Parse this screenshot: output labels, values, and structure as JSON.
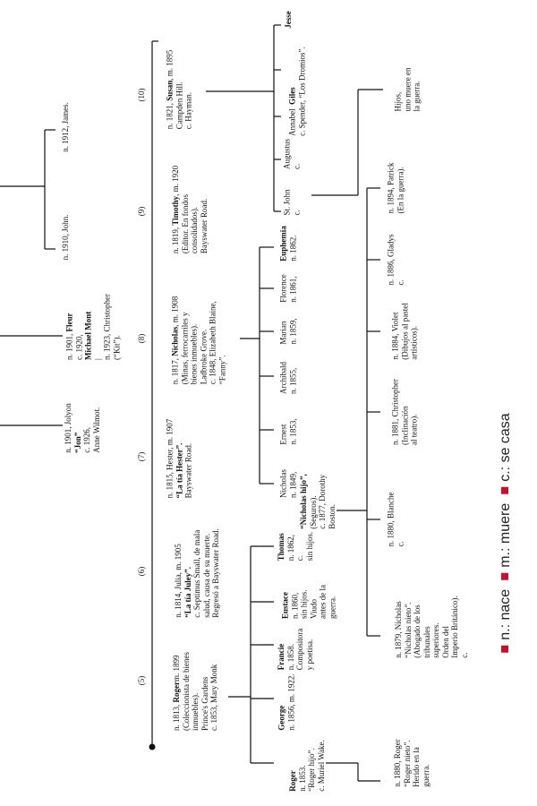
{
  "generations": [
    "(5)",
    "(6)",
    "(7)",
    "(8)",
    "(9)",
    "(10)"
  ],
  "persons": {
    "roger": [
      "n. 1813, ",
      "m. 1899",
      "(Coleccionista de bienes",
      "inmuebles).",
      "Prince's Gardens",
      "c. 1853, Mary Monk"
    ],
    "roger_name": "Roger",
    "julia": [
      "n. 1814, Julia, m. 1905",
      "c. Septimus Small, de mala",
      "salud, causa de su muerte.",
      "Regresó a Bayswater Road."
    ],
    "julia_nick": "“La tía Juley”.",
    "hester": [
      "n. 1815, Hester, m. 1907",
      "Bayswater Road."
    ],
    "hester_nick": "“La tía Hester”.",
    "nicholas": [
      "n. 1817, ",
      ", m. 1908",
      "(Minas, ferrocarriles y",
      "bienes inmuebles).",
      "Ladbroke Grove.",
      "c. 1848, Elizabeth Blaine,",
      "“Fanny”."
    ],
    "nicholas_name": "Nicholas",
    "timothy": [
      "n. 1819, ",
      ", m. 1920",
      "(Editor. En fondos",
      "consolidados).",
      "Bayswater Road."
    ],
    "timothy_name": "Timothy",
    "susan": [
      "n. 1821, ",
      ", m. 1895",
      "Campden Hill.",
      "c. Hayman."
    ],
    "susan_name": "Susan",
    "jon": [
      "n. 1901, Jolyon",
      "c. 1926,",
      "Anne Wilmot."
    ],
    "jon_nick": "“Jon”",
    "fleur": [
      "n. 1901, ",
      "c. 1920,",
      "|",
      "n. 1923, Christopher",
      "(“Kit”)."
    ],
    "fleur_name": "Fleur",
    "mont_name": "Michael Mont",
    "john": "n. 1910, John.",
    "james": "n. 1912, James."
  },
  "roger_children": [
    {
      "name": "Roger",
      "lines": [
        "n. 1853.",
        "“Roger hijo”.",
        "c. Muriel Wake."
      ]
    },
    {
      "name": "George",
      "lines": [
        "n. 1856, m. 1922."
      ]
    },
    {
      "name": "Francie",
      "lines": [
        "n. 1858.",
        "Compositora",
        "y poetisa."
      ]
    },
    {
      "name": "Eustace",
      "lines": [
        "n. 1860,",
        "sin hijos.",
        "Viudo",
        "antes de la",
        "guerra."
      ]
    },
    {
      "name": "Thomas",
      "lines": [
        "n. 1862,",
        "c.",
        "sin hijos."
      ]
    }
  ],
  "nicholas_children": [
    {
      "name": "Nicholas",
      "lines": [
        "n. 1849,"
      ]
    },
    {
      "name": "Ernest",
      "lines": [
        "n. 1853,"
      ]
    },
    {
      "name": "Archibald",
      "lines": [
        "n. 1855,"
      ]
    },
    {
      "name": "Marian",
      "lines": [
        "n. 1859,"
      ]
    },
    {
      "name": "Florence",
      "lines": [
        "n. 1861,"
      ]
    },
    {
      "name": "Euphemia",
      "lines": [
        "n. 1862."
      ]
    }
  ],
  "nicholas_jr": [
    "“Nicholas hijo”,",
    "(Seguros).",
    "c. 1877, Dorothy",
    "Boston."
  ],
  "susan_children": [
    "St. John",
    "Augustus",
    "Annabel",
    "Giles",
    "Jesse"
  ],
  "susan_c": [
    "c.",
    "c.",
    "c. Spender, “Los Dromios”."
  ],
  "grandchildren": [
    [
      "n. 1880, Roger",
      "“Roger nieto”.",
      "Herido en la",
      "guerra."
    ],
    [
      "n. 1879, Nicholas",
      "“Nicholas nieto”.",
      "(Abogado de los",
      "tribunales",
      "superiores.",
      "Orden del",
      "Imperio Británico).",
      "c."
    ],
    [
      "n. 1880, Blanche",
      "c."
    ],
    [
      "n. 1881, Christopher",
      "(Inclinación",
      "al teatro)."
    ],
    [
      "n. 1884, Violet",
      "(Dibujos al pastel",
      "artísticos)."
    ],
    [
      "n. 1886, Gladys",
      "c."
    ],
    [
      "n. 1894, Patrick",
      "(En la guerra)."
    ]
  ],
  "hijos_note": [
    "Hijos,",
    "uno muere en",
    "la guerra."
  ],
  "legend": [
    {
      "label": "n.: nace",
      "color": "#c8102e"
    },
    {
      "label": "m.: muere",
      "color": "#c8102e"
    },
    {
      "label": "c.: se casa",
      "color": "#c8102e"
    }
  ]
}
